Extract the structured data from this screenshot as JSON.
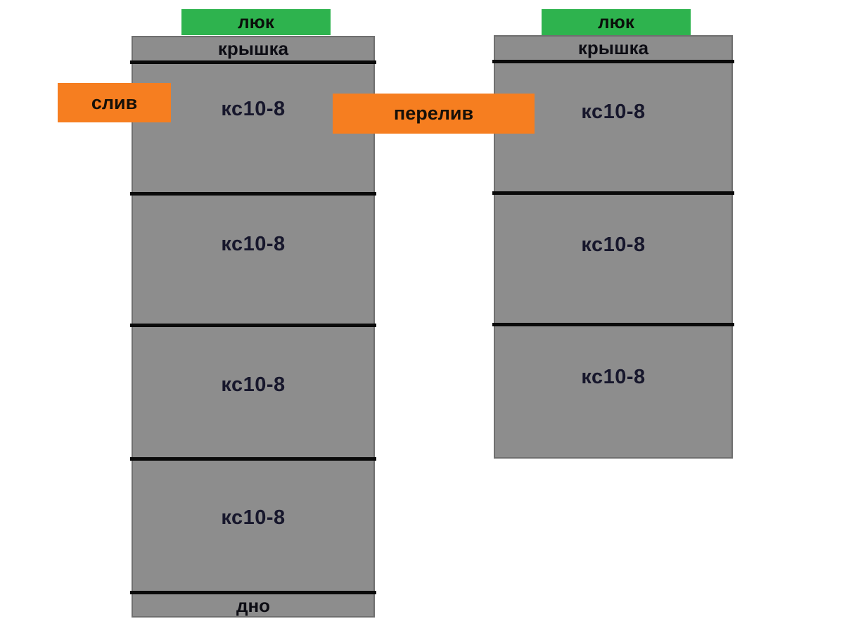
{
  "colors": {
    "ring_grey": "#8d8d8d",
    "ring_border_grey": "#6f6f6f",
    "divider_black": "#0a0a0a",
    "hatch_green": "#2eb34e",
    "pipe_orange": "#f67e20",
    "text_dark": "#17172c",
    "background": "#ffffff"
  },
  "left_well": {
    "hatch_label": "люк",
    "lid_label": "крышка",
    "rings": [
      {
        "label": "кс10-8"
      },
      {
        "label": "кс10-8"
      },
      {
        "label": "кс10-8"
      },
      {
        "label": "кс10-8"
      }
    ],
    "bottom_label": "дно"
  },
  "right_well": {
    "hatch_label": "люк",
    "lid_label": "крышка",
    "rings": [
      {
        "label": "кс10-8"
      },
      {
        "label": "кс10-8"
      },
      {
        "label": "кс10-8"
      }
    ]
  },
  "pipes": {
    "drain_label": "слив",
    "overflow_label": "перелив"
  }
}
